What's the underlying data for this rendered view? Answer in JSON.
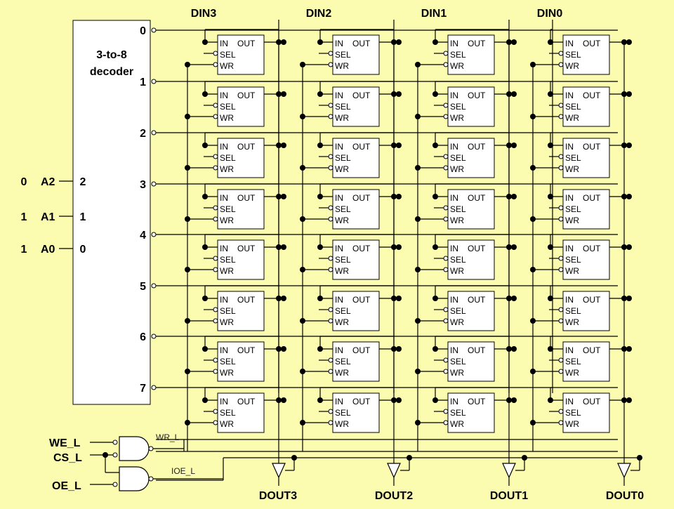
{
  "decoder": {
    "title_line1": "3-to-8",
    "title_line2": "decoder",
    "outputs": [
      "0",
      "1",
      "2",
      "3",
      "4",
      "5",
      "6",
      "7"
    ],
    "inputs": [
      "2",
      "1",
      "0"
    ]
  },
  "address": [
    {
      "value": "0",
      "name": "A2"
    },
    {
      "value": "1",
      "name": "A1"
    },
    {
      "value": "1",
      "name": "A0"
    }
  ],
  "data_in": [
    "DIN3",
    "DIN2",
    "DIN1",
    "DIN0"
  ],
  "data_out": [
    "DOUT3",
    "DOUT2",
    "DOUT1",
    "DOUT0"
  ],
  "cell": {
    "in": "IN",
    "out": "OUT",
    "sel": "SEL",
    "wr": "WR"
  },
  "rows": 8,
  "columns": 4,
  "controls": {
    "we": "WE_L",
    "cs": "CS_L",
    "oe": "OE_L",
    "wr": "WR_L",
    "ioe": "IOE_L"
  },
  "colors": {
    "background": "#fcfcb0",
    "wire": "#000000",
    "cell_fill": "#ffffff"
  }
}
